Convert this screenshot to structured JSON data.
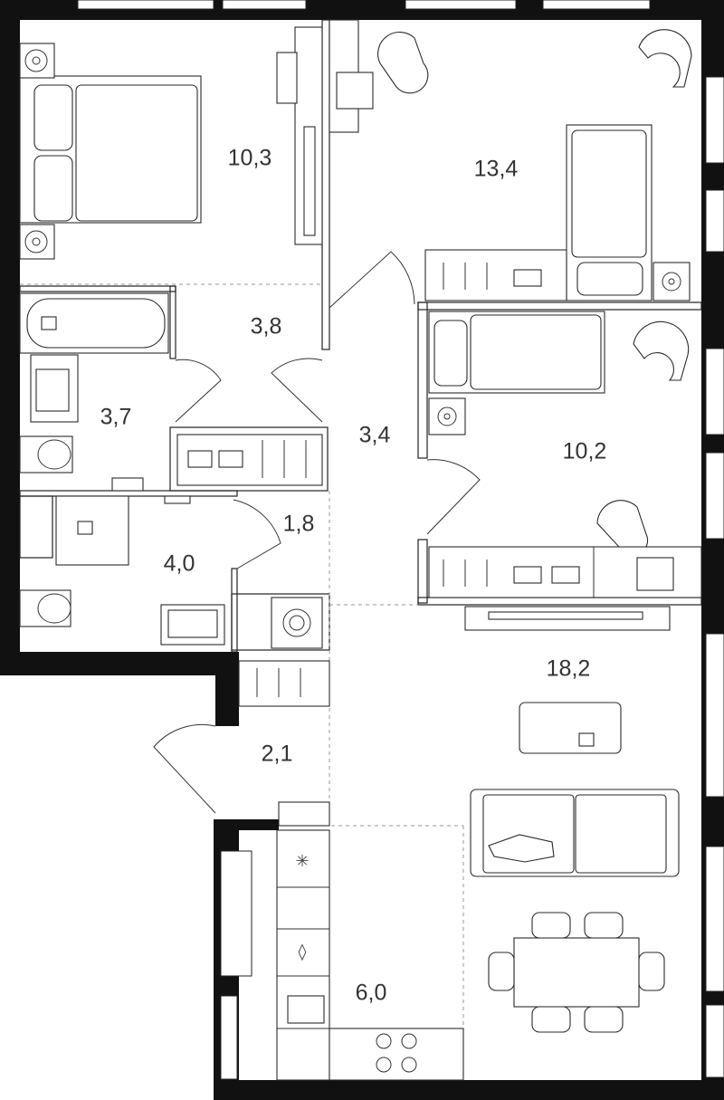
{
  "rooms": [
    {
      "id": "bedroom-1",
      "area": "10,3"
    },
    {
      "id": "bedroom-2",
      "area": "13,4"
    },
    {
      "id": "hall-upper",
      "area": "3,8"
    },
    {
      "id": "bathroom-1",
      "area": "3,7"
    },
    {
      "id": "corridor",
      "area": "3,4"
    },
    {
      "id": "bedroom-3",
      "area": "10,2"
    },
    {
      "id": "closet",
      "area": "1,8"
    },
    {
      "id": "bathroom-2",
      "area": "4,0"
    },
    {
      "id": "living-room",
      "area": "18,2"
    },
    {
      "id": "entrance",
      "area": "2,1"
    },
    {
      "id": "kitchen",
      "area": "6,0"
    }
  ],
  "icons": {
    "freezer_glyph": "✳",
    "water_glyph": "◊"
  },
  "colors": {
    "wall": "#111111",
    "line": "#333333",
    "background": "#ffffff"
  }
}
